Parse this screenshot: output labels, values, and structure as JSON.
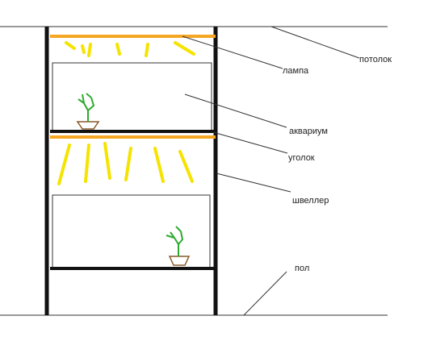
{
  "labels": {
    "ceiling": "потолок",
    "lamp": "лампа",
    "aquarium": "аквариум",
    "angle": "уголок",
    "channel": "швеллер",
    "floor": "пол"
  },
  "colors": {
    "frame": "#111111",
    "lamp_bar": "#F5A623",
    "light_rays": "#F5E300",
    "plant": "#2EAA2E",
    "pot": "#8B5A2B",
    "lines": "#333333"
  },
  "icons": {
    "plant_top": "plant-icon",
    "plant_bottom": "plant-icon"
  }
}
